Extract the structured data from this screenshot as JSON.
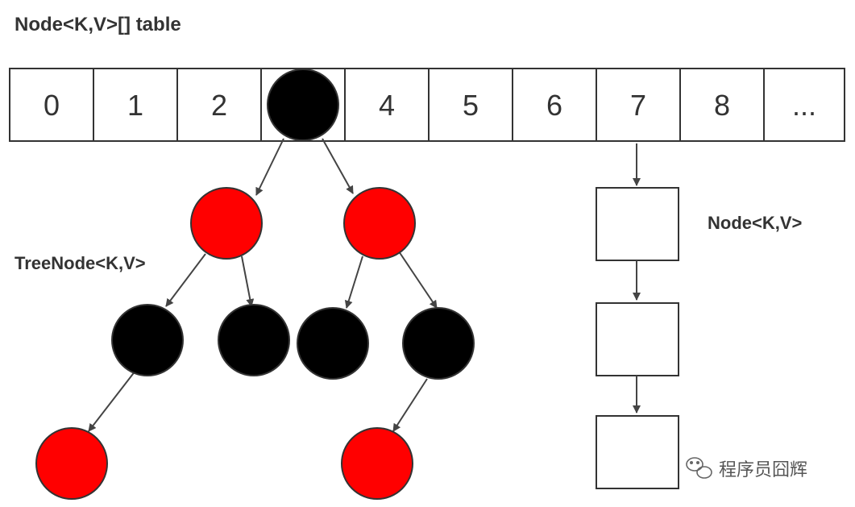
{
  "title": "Node<K,V>[] table",
  "tree_label": "TreeNode<K,V>",
  "list_label": "Node<K,V>",
  "table_cells": [
    "0",
    "1",
    "2",
    "",
    "4",
    "5",
    "6",
    "7",
    "8",
    "..."
  ],
  "colors": {
    "red": "#ff0000",
    "black": "#000000",
    "stroke": "#333333",
    "arrow": "#444444"
  },
  "tree_nodes": [
    {
      "id": "root",
      "color": "black"
    },
    {
      "id": "l1",
      "color": "red"
    },
    {
      "id": "r1",
      "color": "red"
    },
    {
      "id": "l1l",
      "color": "black"
    },
    {
      "id": "l1r",
      "color": "black"
    },
    {
      "id": "r1l",
      "color": "black"
    },
    {
      "id": "r1r",
      "color": "black"
    },
    {
      "id": "l1ll",
      "color": "red"
    },
    {
      "id": "r1rl",
      "color": "red"
    }
  ],
  "list_nodes": 3,
  "watermark": "程序员囧辉"
}
